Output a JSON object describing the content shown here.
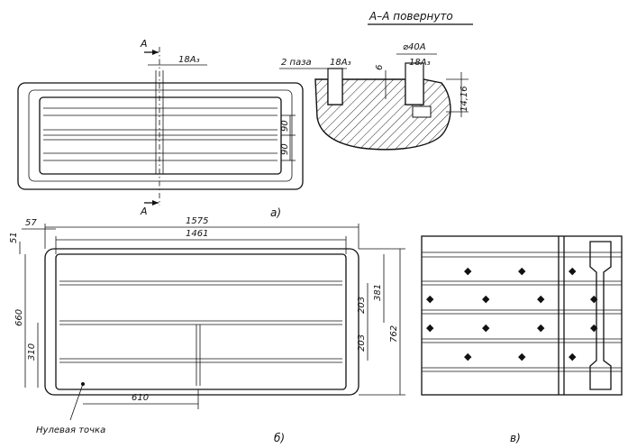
{
  "section_title": "А–А повернуто",
  "view_a": {
    "caption": "а)",
    "section_mark_top": "А",
    "section_mark_bottom": "А",
    "slot_dim": "18A₃",
    "dim_90_upper": "90",
    "dim_90_lower": "90"
  },
  "section_aa": {
    "slots_label": "2 паза",
    "slot_width": "18A₃",
    "slot_width_2": "18A₃",
    "hole_dia": "⌀40A",
    "depth": "6",
    "height": "14,16"
  },
  "view_b": {
    "caption": "б)",
    "dim_overall_width": "1575",
    "dim_inner_width": "1461",
    "dim_left_offset": "57",
    "dim_top_offset": "51",
    "dim_inner_height": "660",
    "dim_overall_height": "762",
    "dim_right_381": "381",
    "dim_right_203_a": "203",
    "dim_right_203_b": "203",
    "dim_left_310": "310",
    "dim_bottom_610": "610",
    "zero_point": "Нулевая точка"
  },
  "view_c": {
    "caption": "в)"
  }
}
